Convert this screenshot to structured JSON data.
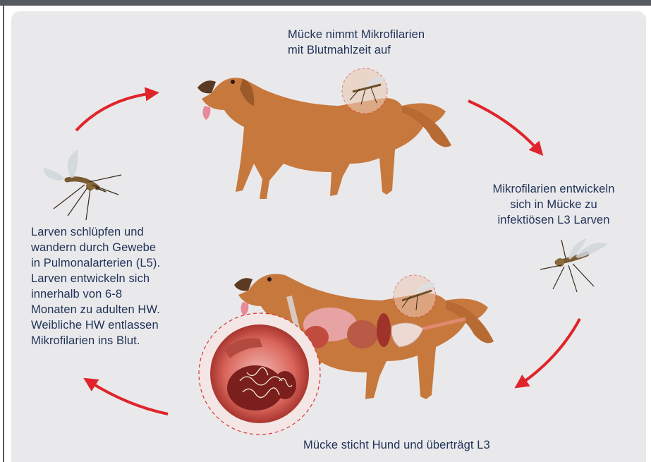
{
  "labels": {
    "top": [
      "Mücke nimmt Mikrofilarien",
      "mit Blutmahlzeit auf"
    ],
    "right": [
      "Mikrofilarien entwickeln",
      "sich in Mücke zu",
      "infektiösen L3 Larven"
    ],
    "left": [
      "Larven schlüpfen und",
      "wandern durch Gewebe",
      "in Pulmonalarterien (L5).",
      "Larven entwickeln sich",
      "innerhalb von 6-8",
      "Monaten zu adulten HW.",
      "Weibliche HW entlassen",
      "Mikrofilarien ins Blut."
    ],
    "bottom": "Mücke sticht Hund und überträgt L3"
  },
  "icons": [
    "dog-icon",
    "mosquito-icon",
    "heart-icon",
    "organs-icon",
    "arrow-icon"
  ],
  "colors": {
    "arrow": "#e0242b",
    "text": "#1f3157",
    "dog_fur": "#c7783d",
    "panel": "#e9e9eb"
  }
}
